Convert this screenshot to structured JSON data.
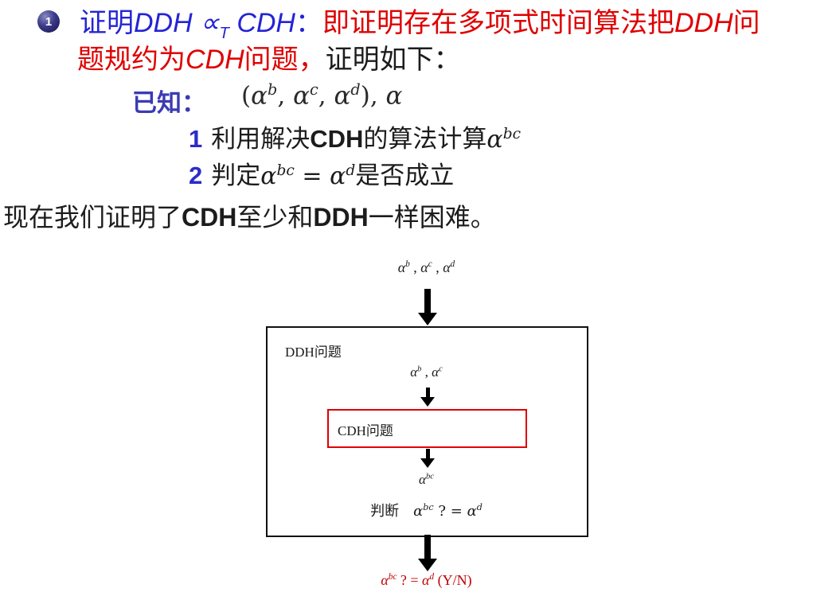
{
  "colors": {
    "title_blue": "#2424d6",
    "label_blue": "#3b3bb3",
    "number_blue": "#2b2bcc",
    "red": "#df0000",
    "final_red": "#c00000",
    "box_red": "#e00000",
    "ink": "#1c1c1c",
    "ball_navy_dark": "#131347",
    "ball_navy_light": "#8a8ac0"
  },
  "intro": {
    "bullet": "1",
    "line1": {
      "lead": "证明",
      "ddh": "DDH ",
      "propto": "∝",
      "propto_sub": "T",
      "cdh": " CDH",
      "colon": "：",
      "red_text": "即证明存在多项式时间算法把",
      "red_math": "DDH",
      "red_tail": "问"
    },
    "line2": {
      "red_head": "题规约为",
      "red_math": "CDH",
      "red_tail": "问题，",
      "black_tail": "证明如下："
    }
  },
  "known": {
    "label": "已知：",
    "formula": [
      {
        "t": "(",
        "r": true
      },
      {
        "t": "α",
        "s": "b"
      },
      {
        "t": ", ",
        "r": true
      },
      {
        "t": "α",
        "s": "c"
      },
      {
        "t": ", ",
        "r": true
      },
      {
        "t": "α",
        "s": "d"
      },
      {
        "t": "), ",
        "r": true
      },
      {
        "t": "α"
      }
    ]
  },
  "steps": [
    {
      "num": "1",
      "pre": "利用解决",
      "latin": "CDH",
      "post": "的算法计算",
      "formula": [
        {
          "t": "α",
          "s": "bc"
        }
      ]
    },
    {
      "num": "2",
      "pre": "判定",
      "formula": [
        {
          "t": "α",
          "s": "bc"
        },
        {
          "t": " = ",
          "r": true
        },
        {
          "t": "α",
          "s": "d"
        }
      ],
      "post": "是否成立"
    }
  ],
  "conclusion": {
    "seg_a": "现在我们证明了",
    "latin_a": "CDH",
    "seg_b": "至少和",
    "latin_b": "DDH",
    "seg_c": "一样困难。"
  },
  "diagram": {
    "input_label": [
      {
        "t": "α",
        "s": "b"
      },
      {
        "t": " , ",
        "r": true
      },
      {
        "t": "α",
        "s": "c"
      },
      {
        "t": " , ",
        "r": true
      },
      {
        "t": "α",
        "s": "d"
      }
    ],
    "outer_box_label": "DDH问题",
    "inner_input_label": [
      {
        "t": "α",
        "s": "b"
      },
      {
        "t": " , ",
        "r": true
      },
      {
        "t": "α",
        "s": "c"
      }
    ],
    "inner_box_label": "CDH问题",
    "output_label": [
      {
        "t": "α",
        "s": "bc"
      }
    ],
    "judge_prefix": "判断",
    "judge_formula": [
      {
        "t": "α",
        "s": "bc"
      },
      {
        "t": " ? = ",
        "r": true
      },
      {
        "t": "α",
        "s": "d"
      }
    ],
    "final_label": [
      {
        "t": "α",
        "s": "bc"
      },
      {
        "t": " ? = ",
        "r": true
      },
      {
        "t": "α",
        "s": "d"
      },
      {
        "t": "  (Y/N)",
        "r": true
      }
    ]
  }
}
